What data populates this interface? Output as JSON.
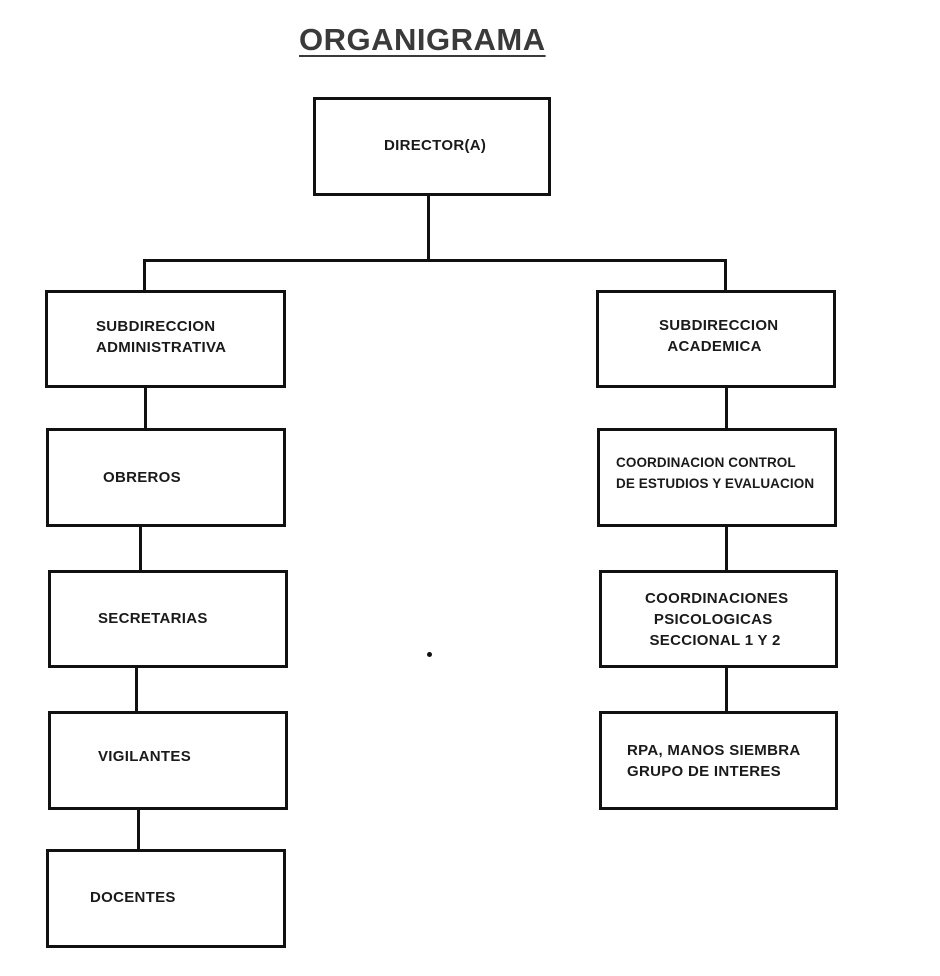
{
  "title": "ORGANIGRAMA",
  "nodes": {
    "director": "DIRECTOR(A)",
    "sub_admin": "SUBDIRECCION\nADMINISTRATIVA",
    "obreros": "OBREROS",
    "secretarias": "SECRETARIAS",
    "vigilantes": "VIGILANTES",
    "docentes": "DOCENTES",
    "sub_academica": "SUBDIRECCION\n  ACADEMICA",
    "coord_control": "COORDINACION CONTROL\nDE ESTUDIOS Y EVALUACION",
    "coord_psico": "COORDINACIONES\n  PSICOLOGICAS\n SECCIONAL 1 Y 2",
    "rpa": "RPA, MANOS SIEMBRA\nGRUPO DE INTERES"
  }
}
